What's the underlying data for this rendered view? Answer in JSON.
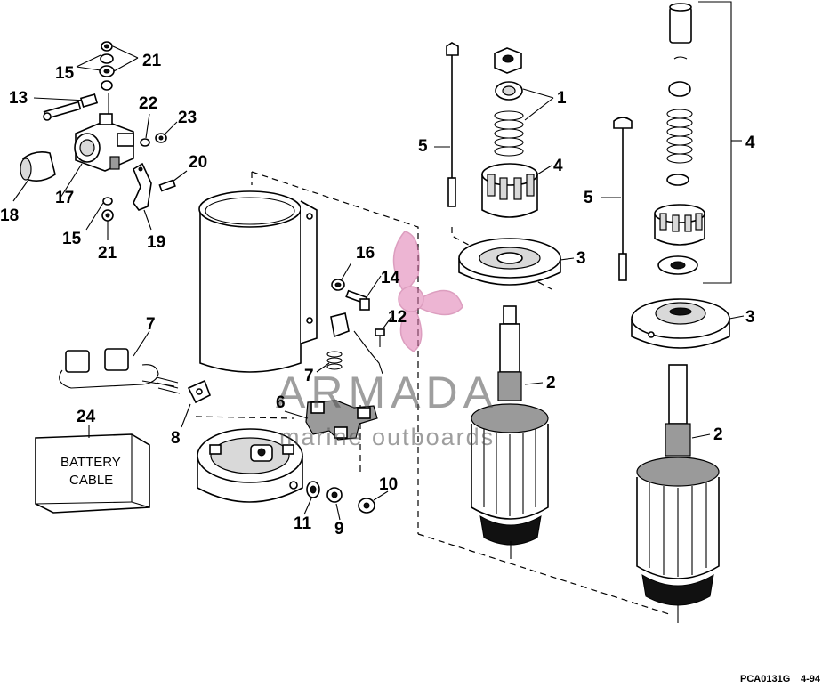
{
  "diagram": {
    "callouts": [
      {
        "id": "c21a",
        "text": "21"
      },
      {
        "id": "c15a",
        "text": "15"
      },
      {
        "id": "c13",
        "text": "13"
      },
      {
        "id": "c22",
        "text": "22"
      },
      {
        "id": "c23",
        "text": "23"
      },
      {
        "id": "c20",
        "text": "20"
      },
      {
        "id": "c17",
        "text": "17"
      },
      {
        "id": "c18",
        "text": "18"
      },
      {
        "id": "c15b",
        "text": "15"
      },
      {
        "id": "c21b",
        "text": "21"
      },
      {
        "id": "c19",
        "text": "19"
      },
      {
        "id": "c16",
        "text": "16"
      },
      {
        "id": "c14",
        "text": "14"
      },
      {
        "id": "c12",
        "text": "12"
      },
      {
        "id": "c7a",
        "text": "7"
      },
      {
        "id": "c7b",
        "text": "7"
      },
      {
        "id": "c6",
        "text": "6"
      },
      {
        "id": "c8",
        "text": "8"
      },
      {
        "id": "c24",
        "text": "24"
      },
      {
        "id": "c11",
        "text": "11"
      },
      {
        "id": "c9",
        "text": "9"
      },
      {
        "id": "c10",
        "text": "10"
      },
      {
        "id": "c5a",
        "text": "5"
      },
      {
        "id": "c1",
        "text": "1"
      },
      {
        "id": "c4a",
        "text": "4"
      },
      {
        "id": "c3a",
        "text": "3"
      },
      {
        "id": "c2a",
        "text": "2"
      },
      {
        "id": "c5b",
        "text": "5"
      },
      {
        "id": "c4b",
        "text": "4"
      },
      {
        "id": "c3b",
        "text": "3"
      },
      {
        "id": "c2b",
        "text": "2"
      }
    ],
    "battery_label_line1": "BATTERY",
    "battery_label_line2": "CABLE",
    "footer_code": "PCA0131G",
    "footer_date": "4-94"
  },
  "watermark": {
    "brand": "ARMADA",
    "tagline": "marine outboards",
    "color": "#e07ab0"
  }
}
